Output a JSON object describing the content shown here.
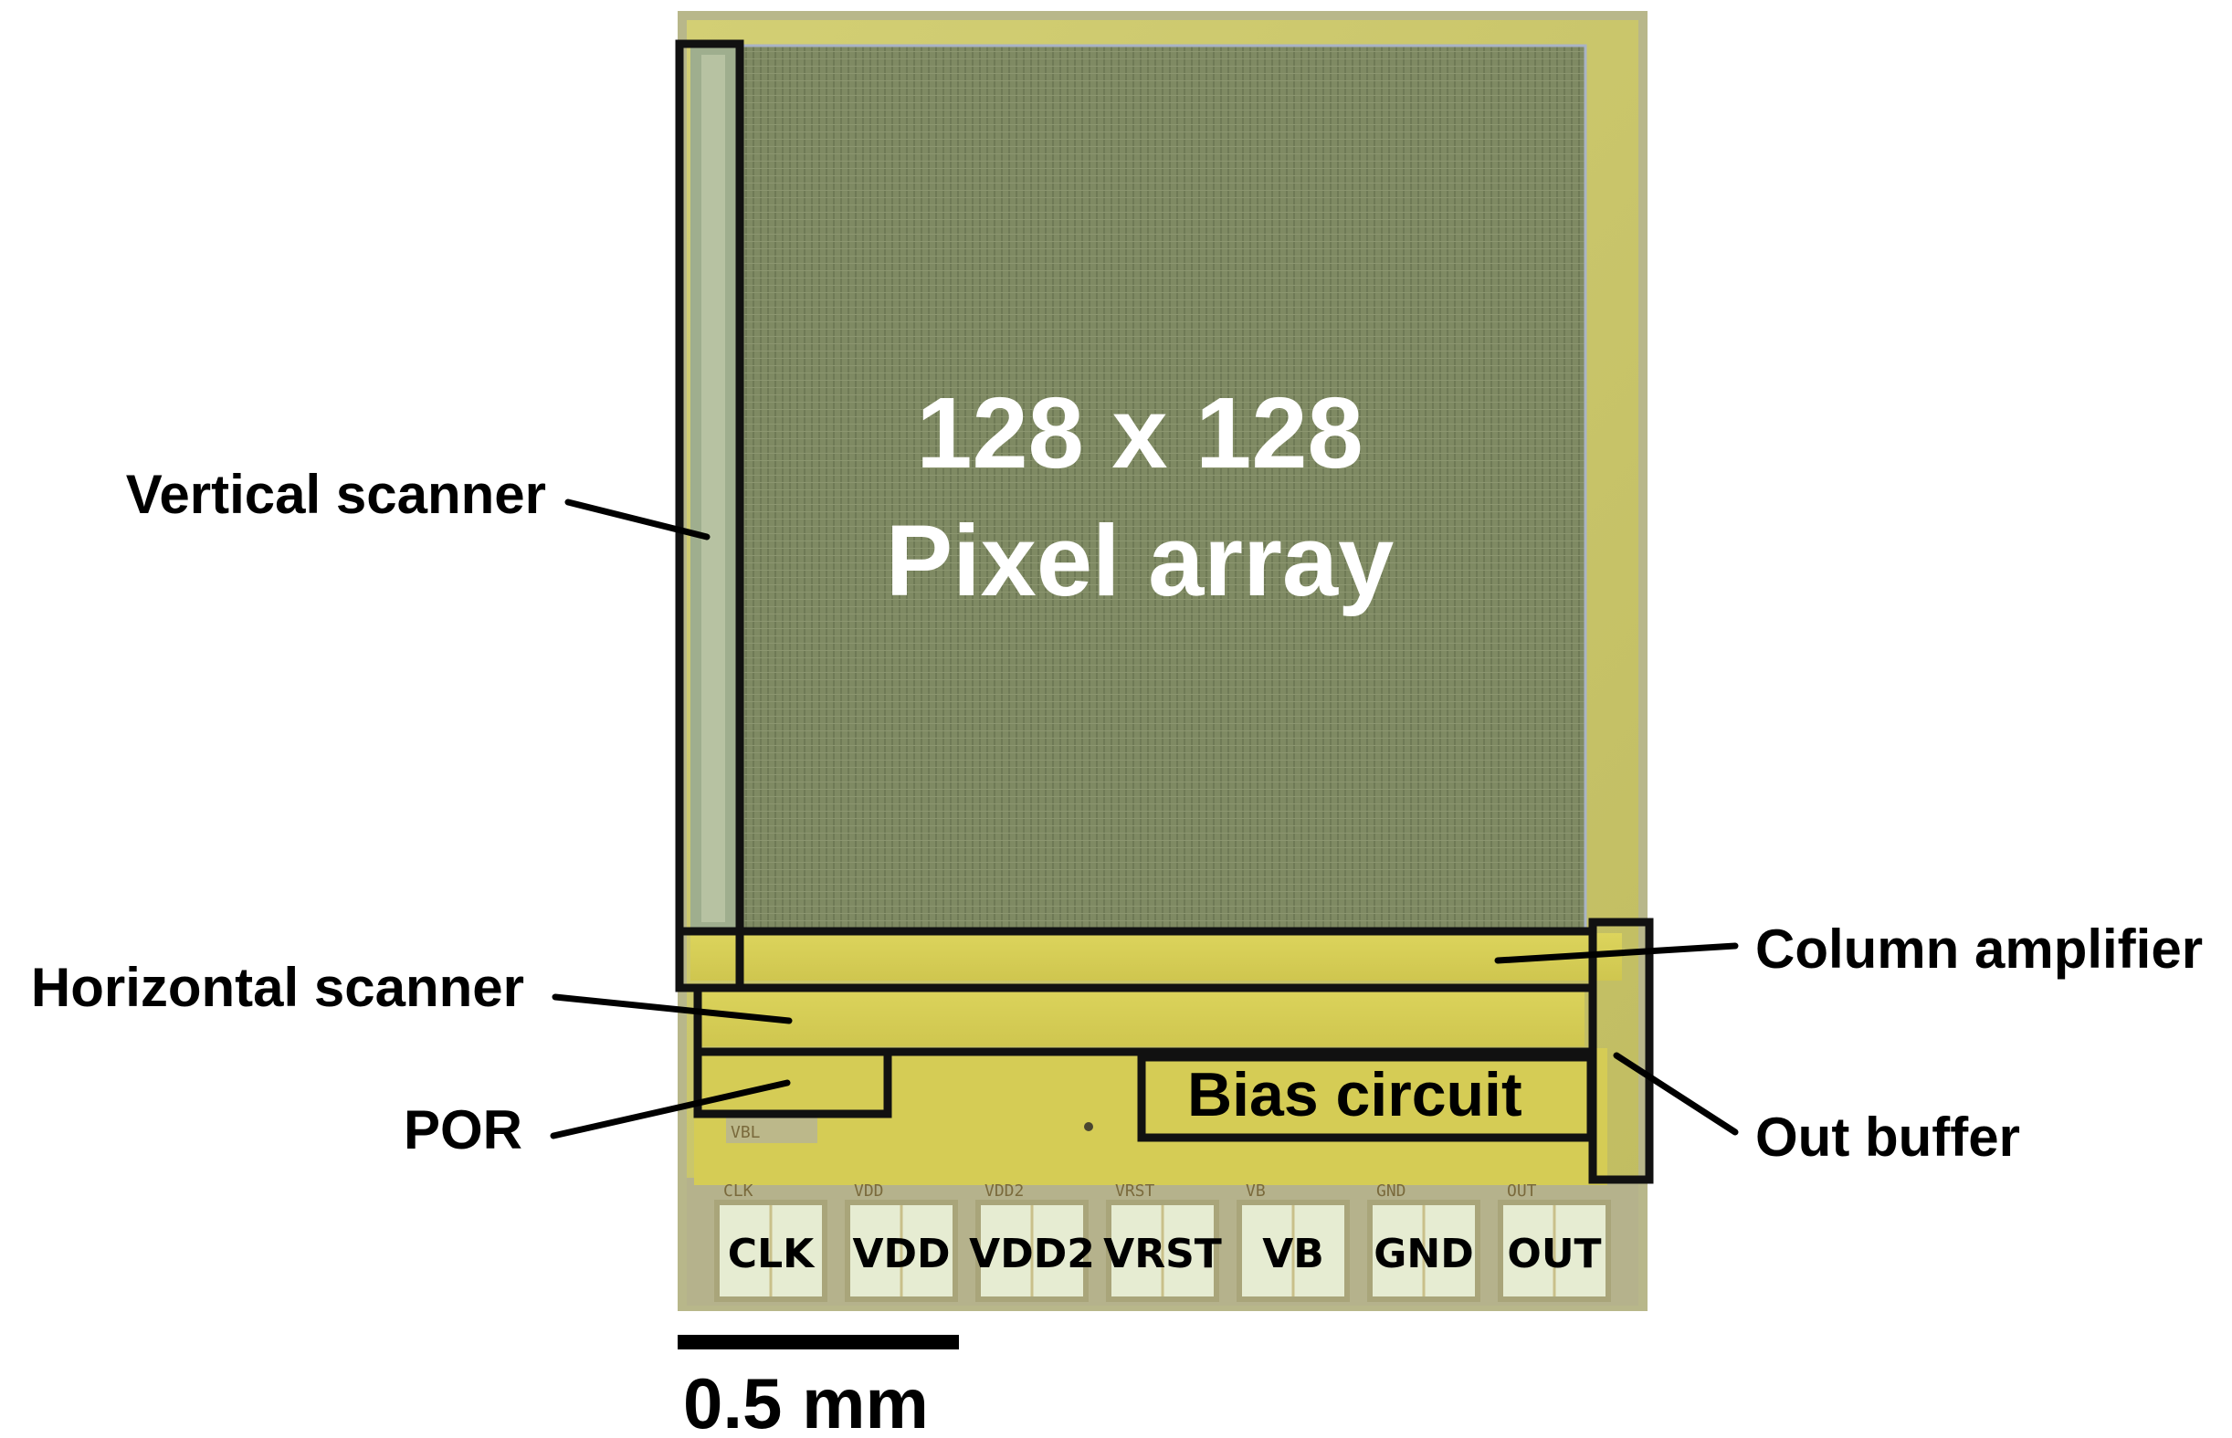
{
  "colors": {
    "die_frame": "#c9c66a",
    "pixel_array": "#7f8a63",
    "periphery": "#d9d15a",
    "pad": "#e6ecd2",
    "outline": "#111111",
    "text": "#000000",
    "array_text": "#ffffff"
  },
  "array_label": {
    "line1": "128 x 128",
    "line2": "Pixel array"
  },
  "callouts": {
    "vertical_scanner": "Vertical scanner",
    "horizontal_scanner": "Horizontal scanner",
    "por": "POR",
    "column_amplifier": "Column amplifier",
    "out_buffer": "Out buffer"
  },
  "bias_circuit": "Bias circuit",
  "silk_vbl": "VBL",
  "pads": [
    {
      "label": "CLK",
      "silk": "CLK"
    },
    {
      "label": "VDD",
      "silk": "VDD"
    },
    {
      "label": "VDD2",
      "silk": "VDD2"
    },
    {
      "label": "VRST",
      "silk": "VRST"
    },
    {
      "label": "VB",
      "silk": "VB"
    },
    {
      "label": "GND",
      "silk": "GND"
    },
    {
      "label": "OUT",
      "silk": "OUT"
    }
  ],
  "scale_bar": {
    "label": "0.5 mm",
    "value_mm": 0.5
  }
}
